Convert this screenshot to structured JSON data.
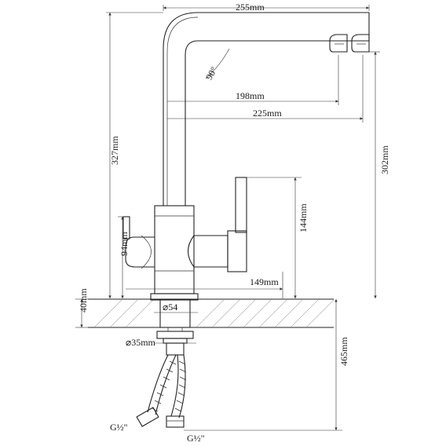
{
  "dimensions": {
    "spout_reach": "255mm",
    "spout_angle": "90°",
    "inner_reach_1": "198mm",
    "inner_reach_2": "225mm",
    "total_height": "327mm",
    "spout_height": "302mm",
    "handle_height": "144mm",
    "body_height": "94mm",
    "lever_reach": "149mm",
    "base_diameter": "⌀54",
    "worktop_thickness": "40mm",
    "shank_diameter": "⌀35mm",
    "hose_length": "465mm",
    "thread_left": "G½\"",
    "thread_right": "G½\""
  }
}
